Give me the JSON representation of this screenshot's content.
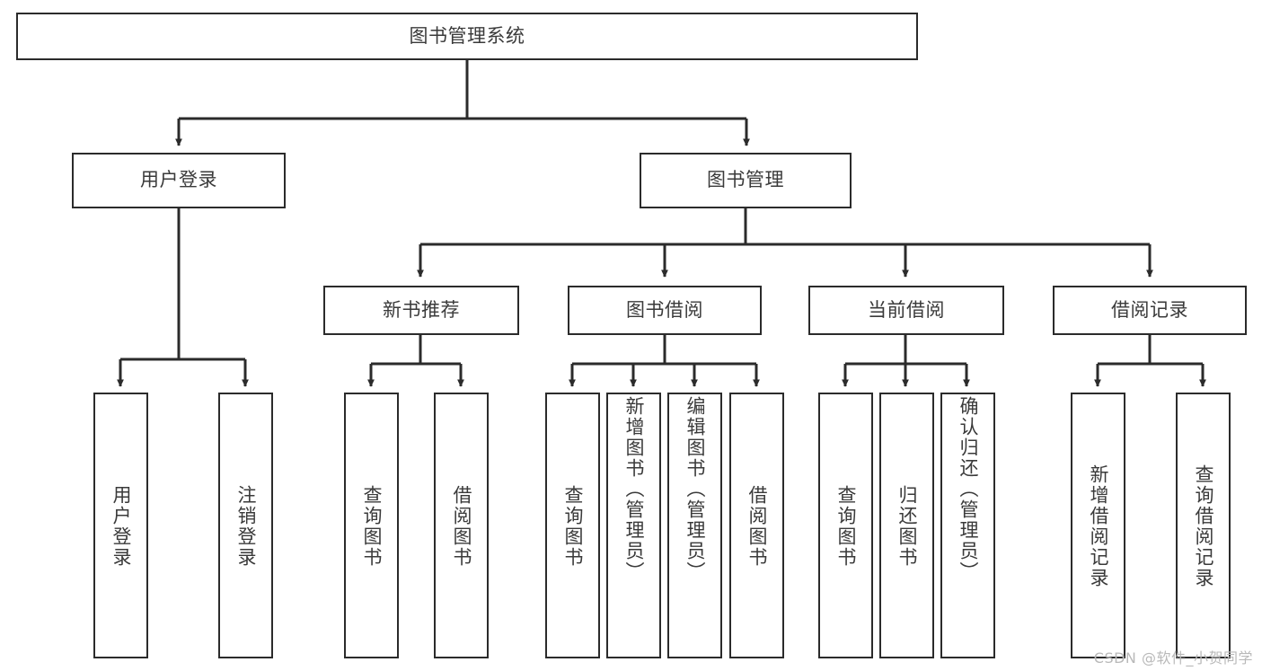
{
  "diagram": {
    "title": "图书管理系统",
    "type": "tree",
    "colors": {
      "box_border": "#2b2b2b",
      "box_fill": "#ffffff",
      "text": "#3a3a3a",
      "connector": "#2b2b2b",
      "watermark": "#b9b9b9",
      "background": "#ffffff"
    },
    "root": {
      "label": "图书管理系统"
    },
    "level2": [
      {
        "label": "用户登录"
      },
      {
        "label": "图书管理"
      }
    ],
    "level3": [
      {
        "label": "新书推荐"
      },
      {
        "label": "图书借阅"
      },
      {
        "label": "当前借阅"
      },
      {
        "label": "借阅记录"
      }
    ],
    "leaves": {
      "user_login": [
        {
          "label": "用户登录"
        },
        {
          "label": "注销登录"
        }
      ],
      "new_book": [
        {
          "label": "查询图书"
        },
        {
          "label": "借阅图书"
        }
      ],
      "book_borrow": [
        {
          "label": "查询图书"
        },
        {
          "label": "新增图书（管理员）"
        },
        {
          "label": "编辑图书（管理员）"
        },
        {
          "label": "借阅图书"
        }
      ],
      "current_borrow": [
        {
          "label": "查询图书"
        },
        {
          "label": "归还图书"
        },
        {
          "label": "确认归还（管理员）"
        }
      ],
      "borrow_record": [
        {
          "label": "新增借阅记录"
        },
        {
          "label": "查询借阅记录"
        }
      ]
    }
  },
  "watermark": {
    "text": "CSDN @软件_小贺同学"
  }
}
